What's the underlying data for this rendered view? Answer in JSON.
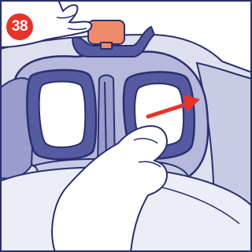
{
  "step": {
    "number": "38"
  },
  "icons": {
    "badge": "step-number-badge",
    "arrow": "direction-arrow-right",
    "hand_top": "hand-pinch",
    "hand_bottom": "hand-pull",
    "knob": "headrest-adjust-knob"
  },
  "colors": {
    "badge": "#e8322a",
    "arrow": "#e8322a",
    "outline": "#2a2f6e",
    "frame_light": "#b6b8dc",
    "frame_mid": "#9a9cce",
    "frame_dark": "#565aa1",
    "shell": "#dfe0ef",
    "knob": "#ef8a6a",
    "background": "#ffffff"
  }
}
